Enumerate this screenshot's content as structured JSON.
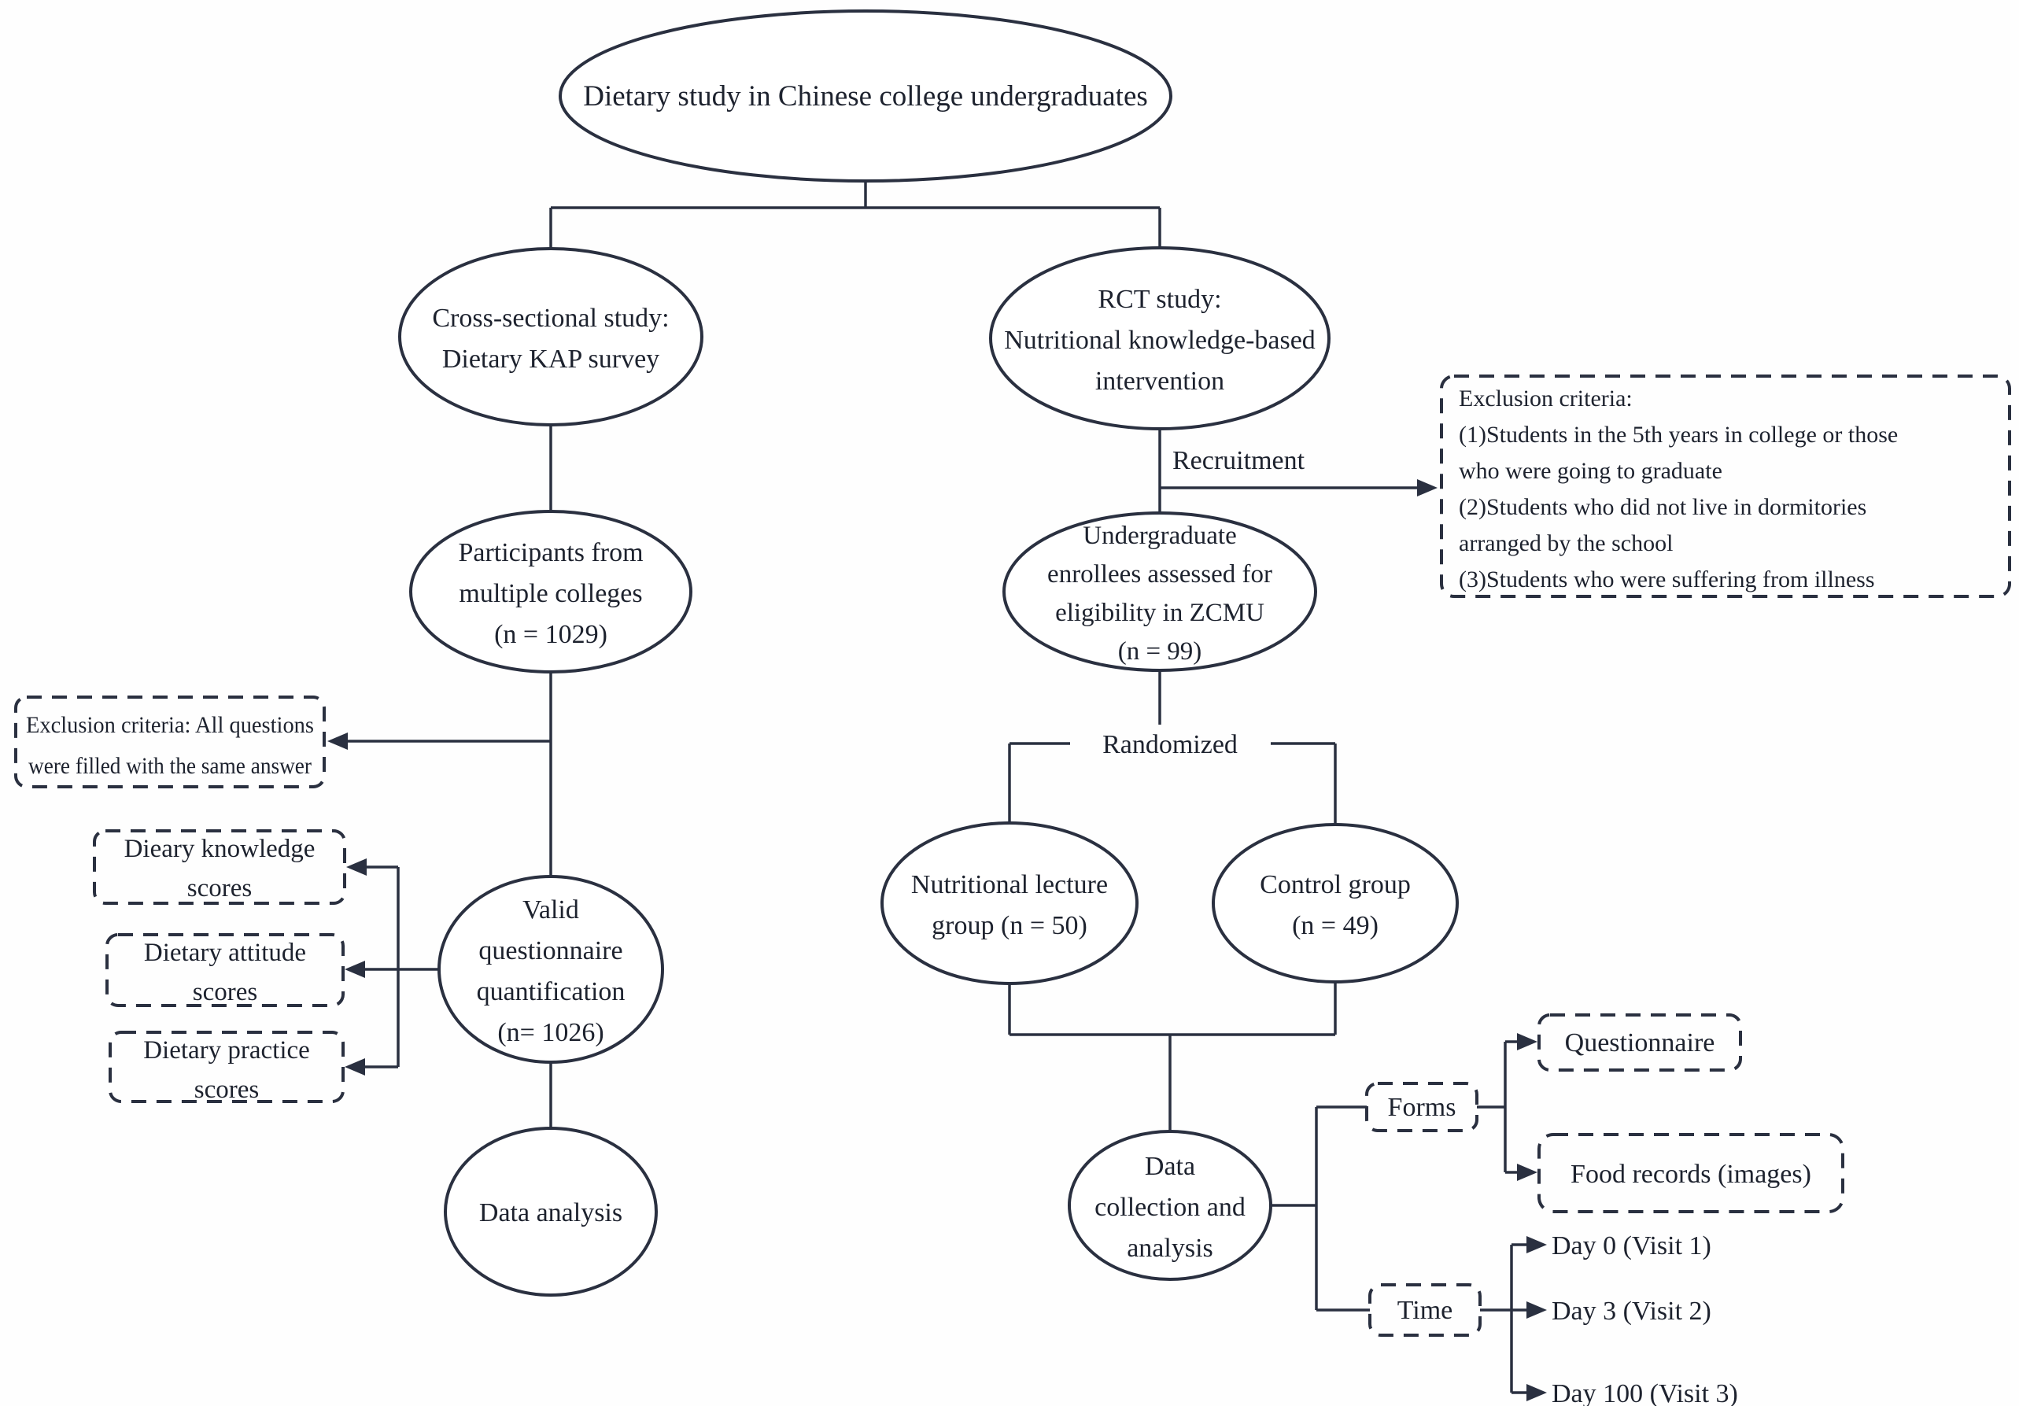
{
  "figure": {
    "background": "#fefefe",
    "line_color": "#2a3040",
    "text_color": "#1d222e"
  },
  "nodes": {
    "root": {
      "label": "Dietary study in Chinese college undergraduates"
    },
    "cross_sectional": {
      "lines": [
        "Cross-sectional study:",
        "Dietary KAP survey"
      ]
    },
    "rct": {
      "lines": [
        "RCT study:",
        "Nutritional knowledge-based",
        "intervention"
      ]
    },
    "participants": {
      "lines": [
        "Participants from",
        "multiple colleges",
        "(n = 1029)"
      ]
    },
    "exclusion_left": {
      "lines": [
        "Exclusion criteria: All questions",
        "were filled with the same answer"
      ]
    },
    "knowledge_scores": {
      "lines": [
        "Dieary knowledge",
        "scores"
      ]
    },
    "attitude_scores": {
      "lines": [
        "Dietary attitude",
        "scores"
      ]
    },
    "practice_scores": {
      "lines": [
        "Dietary practice",
        "scores"
      ]
    },
    "valid_questionnaire": {
      "lines": [
        "Valid",
        "questionnaire",
        "quantification",
        "(n= 1026)"
      ]
    },
    "data_analysis": {
      "label": "Data analysis"
    },
    "recruitment": {
      "label": "Recruitment"
    },
    "exclusion_right": {
      "lines": [
        "Exclusion criteria:",
        "(1)Students in the 5th years in college or those",
        "who were going to graduate",
        "(2)Students who did not live in dormitories",
        "arranged by the school",
        "(3)Students who were suffering from illness"
      ]
    },
    "undergraduate": {
      "lines": [
        "Undergraduate",
        "enrollees assessed for",
        "eligibility in ZCMU",
        "(n = 99)"
      ]
    },
    "randomized": {
      "label": "Randomized"
    },
    "lecture_group": {
      "lines": [
        "Nutritional lecture",
        "group (n = 50)"
      ]
    },
    "control_group": {
      "lines": [
        "Control group",
        "(n = 49)"
      ]
    },
    "data_collection": {
      "lines": [
        "Data",
        "collection and",
        "analysis"
      ]
    },
    "forms": {
      "label": "Forms"
    },
    "time": {
      "label": "Time"
    },
    "questionnaire": {
      "label": "Questionnaire"
    },
    "food_records": {
      "label": "Food records (images)"
    },
    "day0": {
      "label": "Day 0 (Visit 1)"
    },
    "day3": {
      "label": "Day 3 (Visit 2)"
    },
    "day100": {
      "label": "Day 100 (Visit 3)"
    }
  }
}
